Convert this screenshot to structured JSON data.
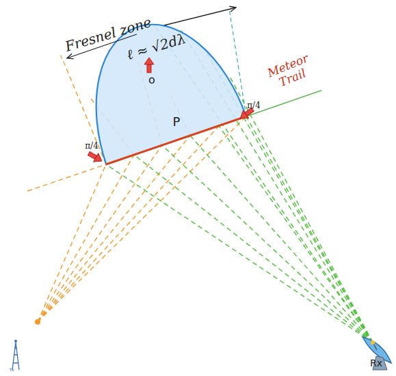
{
  "diagram": {
    "labels": [
      "Fresnel zone",
      "ℓ ≈ √2dλ",
      "Meteor Trail",
      "π/4",
      "π/4",
      "o",
      "P",
      "Rx",
      "Tx"
    ]
  }
}
